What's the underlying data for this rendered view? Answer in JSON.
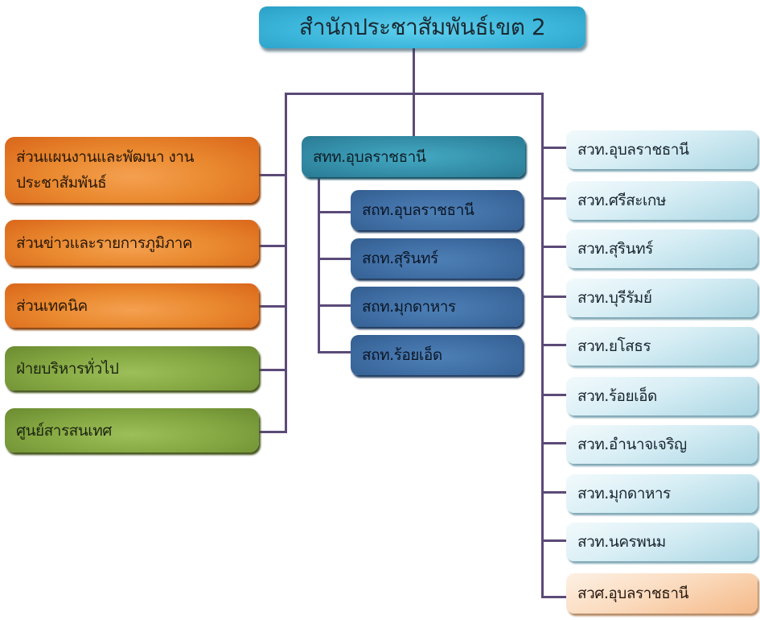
{
  "title": "สำนักประชาสัมพันธ์เขต 2",
  "colors": {
    "connector": "#5b4a78",
    "root": "#3db7dc",
    "left_orange": "#ea8a30",
    "left_green": "#86a843",
    "center_parent": "#3590aa",
    "center_child": "#3f6ea4",
    "right_stations": "#d8eef5",
    "right_highlight": "#fbdcc0"
  },
  "left_units": [
    {
      "label": "ส่วนแผนงานและพัฒนา งานประชาสัมพันธ์",
      "color": "orange"
    },
    {
      "label": "ส่วนข่าวและรายการภูมิภาค",
      "color": "orange"
    },
    {
      "label": "ส่วนเทคนิค",
      "color": "orange"
    },
    {
      "label": "ฝ่ายบริหารทั่วไป",
      "color": "green"
    },
    {
      "label": "ศูนย์สารสนเทศ",
      "color": "green"
    }
  ],
  "center": {
    "parent": "สทท.อุบลราชธานี",
    "children": [
      "สถท.อุบลราชธานี",
      "สถท.สุรินทร์",
      "สถท.มุกดาหาร",
      "สถท.ร้อยเอ็ด"
    ]
  },
  "right_stations": [
    "สวท.อุบลราชธานี",
    "สวท.ศรีสะเกษ",
    "สวท.สุรินทร์",
    "สวท.บุรีรัมย์",
    "สวท.ยโสธร",
    "สวท.ร้อยเอ็ด",
    "สวท.อำนาจเจริญ",
    "สวท.มุกดาหาร",
    "สวท.นครพนม",
    "สวศ.อุบลราชธานี"
  ]
}
